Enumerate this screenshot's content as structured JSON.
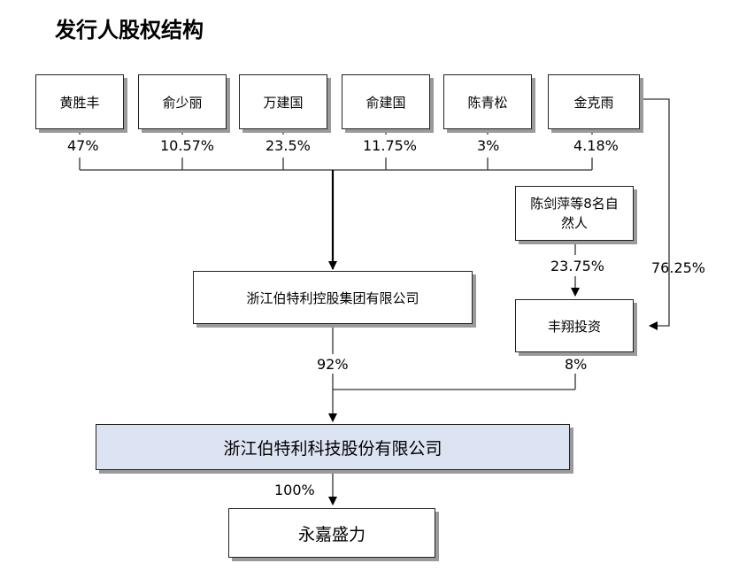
{
  "title": "发行人股权结构",
  "shareholders": [
    {
      "name": "黄胜丰",
      "pct": "47%"
    },
    {
      "name": "俞少丽",
      "pct": "10.57%"
    },
    {
      "name": "万建国",
      "pct": "23.5%"
    },
    {
      "name": "俞建国",
      "pct": "11.75%"
    },
    {
      "name": "陈青松",
      "pct": "3%"
    },
    {
      "name": "金克雨",
      "pct": "4.18%"
    }
  ],
  "chen_group": {
    "name": "陈剑萍等8名自然人",
    "pct": "23.75%"
  },
  "jin_to_fengxiang_pct": "76.25%",
  "holding_group": {
    "name": "浙江伯特利控股集团有限公司",
    "pct": "92%"
  },
  "fengxiang": {
    "name": "丰翔投资",
    "pct": "8%"
  },
  "issuer": {
    "name": "浙江伯特利科技股份有限公司",
    "pct": "100%",
    "fill": "#dce3f2"
  },
  "subsidiary": {
    "name": "永嘉盛力"
  }
}
